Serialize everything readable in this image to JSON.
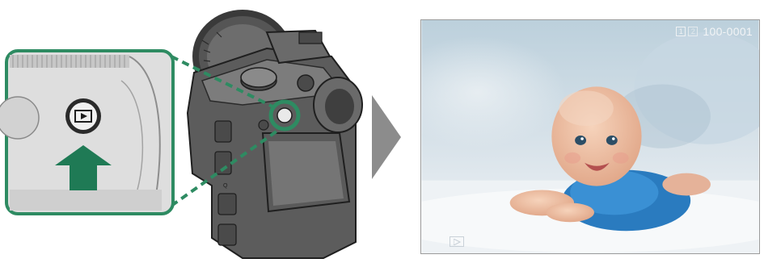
{
  "illustration": {
    "subject": "camera-body",
    "highlighted_button": "playback-button",
    "callout_color": "#2e8b62",
    "press_arrow_color": "#1f7a55"
  },
  "flow_arrow_color": "#8c8c8c",
  "playback_screen": {
    "card_slot_1": "1",
    "card_slot_2": "2",
    "frame_number": "100-0001",
    "mode_indicator": "playback-mode-icon"
  }
}
